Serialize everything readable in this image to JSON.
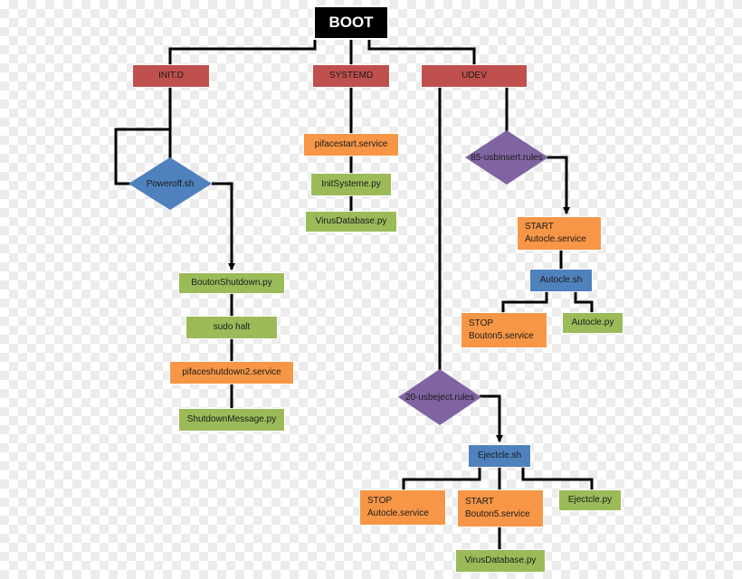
{
  "root": "BOOT",
  "branches": {
    "initd": {
      "label": "INIT.D",
      "decision": "Poweroff.sh",
      "steps": [
        "BoutonShutdown.py",
        "sudo halt",
        "pifaceshutdown2.service",
        "ShutdownMessage.py"
      ]
    },
    "systemd": {
      "label": "SYSTEMD",
      "steps": [
        "pifacestart.service",
        "InitSysteme.py",
        "VirusDatabase.py"
      ]
    },
    "udev": {
      "label": "UDEV",
      "insert": {
        "rule": "85-usbinsert.rules",
        "start": [
          "START",
          "Autocle.service"
        ],
        "script": "Autocle.sh",
        "stop": [
          "STOP",
          "Bouton5.service"
        ],
        "py": "Autocle.py"
      },
      "eject": {
        "rule": "20-usbeject.rules",
        "script": "Ejectcle.sh",
        "stop": [
          "STOP",
          "Autocle.service"
        ],
        "start": [
          "START",
          "Bouton5.service"
        ],
        "py": "Ejectcle.py",
        "after_start": "VirusDatabase.py"
      }
    }
  },
  "colors": {
    "top_level": "#c0504d",
    "service": "#f79646",
    "python": "#9bbb59",
    "shell": "#4f81bd",
    "rules": "#8064a2",
    "root": "#000000",
    "connector": "#000000"
  }
}
